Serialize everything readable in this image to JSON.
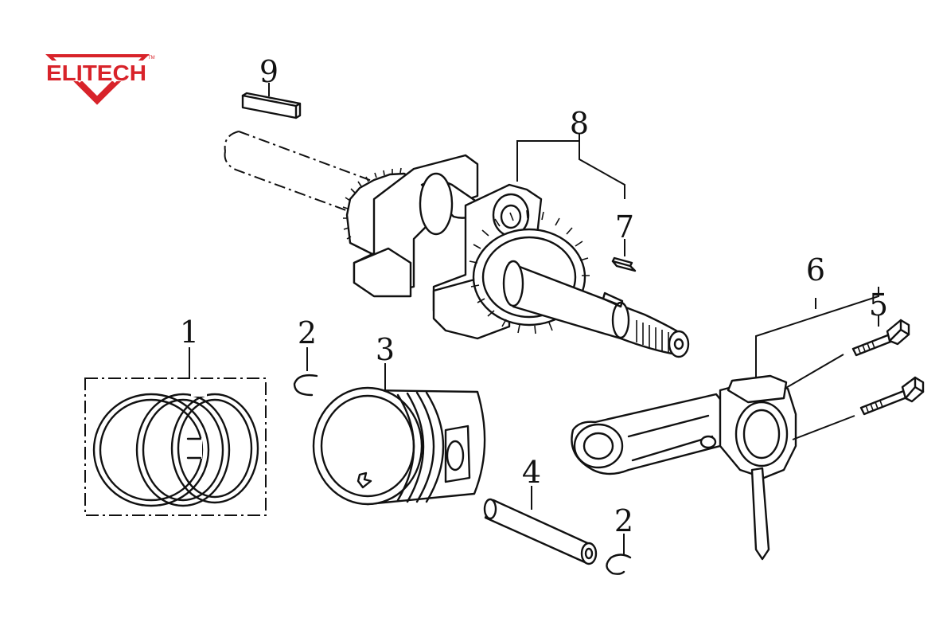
{
  "brand": {
    "name": "ELITECH",
    "trademark": "TM",
    "color": "#d8232a"
  },
  "callouts": {
    "c1": "1",
    "c2a": "2",
    "c2b": "2",
    "c3": "3",
    "c4": "4",
    "c5": "5",
    "c6": "6",
    "c7": "7",
    "c8": "8",
    "c9": "9"
  }
}
